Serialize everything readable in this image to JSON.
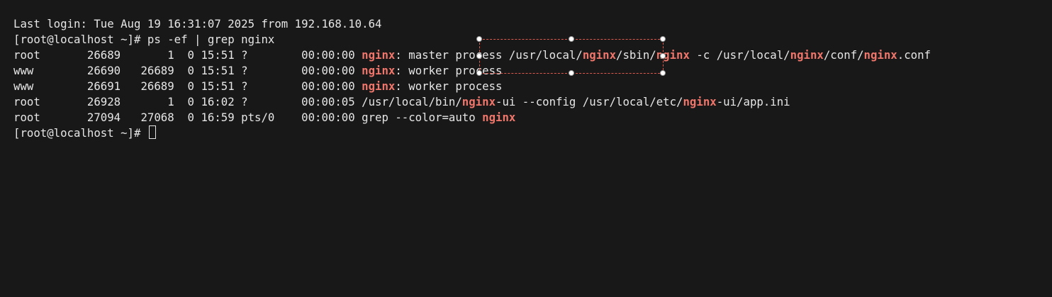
{
  "terminal": {
    "background_color": "#181818",
    "text_color": "#e6e6e6",
    "highlight_color": "#f0766b",
    "selection_color": "#e05a4e",
    "last_login": "Last login: Tue Aug 19 16:31:07 2025 from 192.168.10.64",
    "prompt": "[root@localhost ~]# ",
    "command": "ps -ef | grep nginx",
    "match_word": "nginx",
    "rows": [
      {
        "prefix": "root       26689       1  0 15:51 ?        00:00:00 ",
        "parts": [
          "nginx",
          ": master process /usr/local/",
          "nginx",
          "/sbin/",
          "nginx",
          " -c /usr/local/",
          "nginx",
          "/conf/",
          "nginx",
          ".conf"
        ]
      },
      {
        "prefix": "www        26690   26689  0 15:51 ?        00:00:00 ",
        "parts": [
          "nginx",
          ": worker process"
        ]
      },
      {
        "prefix": "www        26691   26689  0 15:51 ?        00:00:00 ",
        "parts": [
          "nginx",
          ": worker process"
        ]
      },
      {
        "prefix": "root       26928       1  0 16:02 ?        00:00:05 ",
        "parts": [
          "/usr/local/bin/",
          "nginx",
          "-ui --config /usr/local/etc/",
          "nginx",
          "-ui/app.ini"
        ]
      },
      {
        "prefix": "root       27094   27068  0 16:59 pts/0    00:00:00 ",
        "parts": [
          "grep --color=auto ",
          "nginx"
        ]
      }
    ],
    "final_prompt": "[root@localhost ~]# "
  }
}
